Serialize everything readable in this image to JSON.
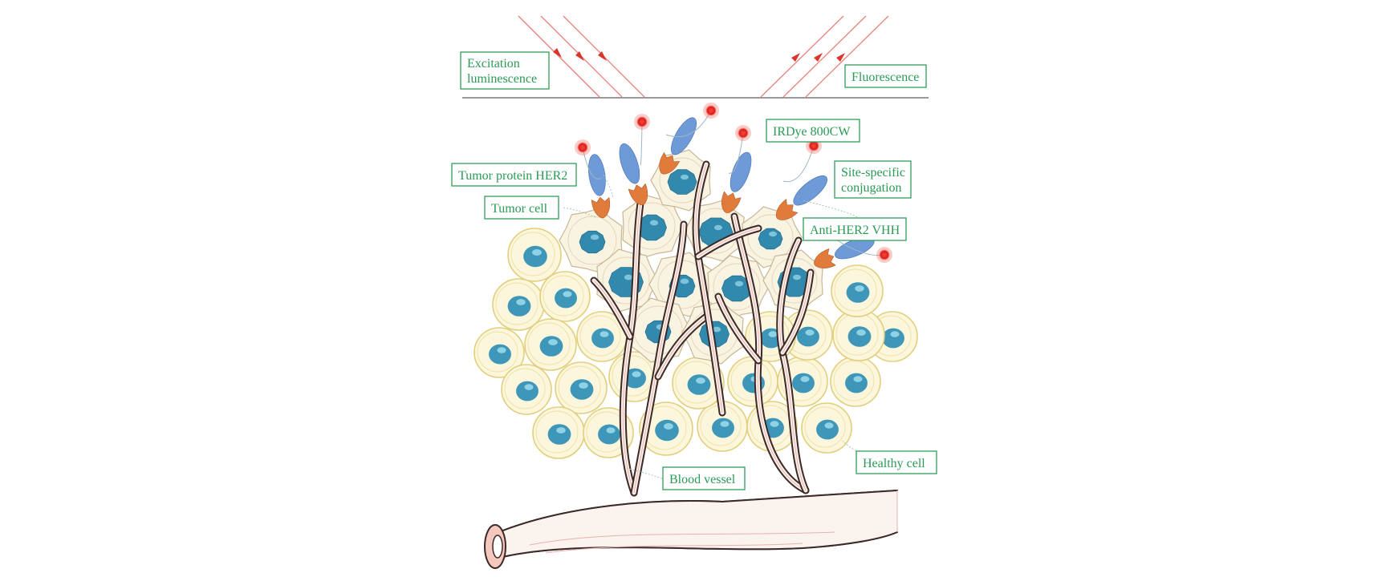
{
  "labels": {
    "excitation_line1": "Excitation",
    "excitation_line2": "luminescence",
    "fluorescence": "Fluorescence",
    "irdye": "IRDye 800CW",
    "tumor_protein": "Tumor protein HER2",
    "site_specific_line1": "Site-specific",
    "site_specific_line2": "conjugation",
    "tumor_cell": "Tumor cell",
    "anti_her2": "Anti-HER2 VHH",
    "blood_vessel": "Blood vessel",
    "healthy_cell": "Healthy cell"
  },
  "colors": {
    "label_green": "#2a9a55",
    "ray_red": "#e8827a",
    "dye_red": "#e5231c",
    "vhh_orange": "#e07b3c",
    "her2_blue": "#6e9ad8",
    "nucleus_teal": "#3189ad",
    "healthy_cell_cream": "#fbf6dc",
    "vessel_brown": "#3b2a28"
  },
  "icons": {
    "excitation_rays": "incoming-light-arrows",
    "fluorescence_rays": "outgoing-light-arrows",
    "probe": "vhh-dye-conjugate"
  }
}
